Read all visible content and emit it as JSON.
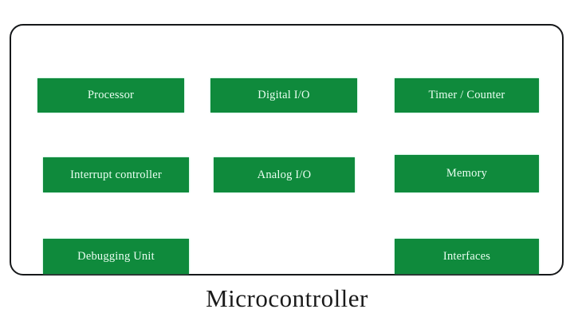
{
  "diagram": {
    "caption": "Microcontroller",
    "frame_label": "microcontroller-chip-boundary",
    "colors": {
      "block_fill": "#0f8a3c",
      "block_text": "#eafff2",
      "frame_border": "#16181a",
      "background": "#ffffff",
      "caption_text": "#1a1a1a"
    },
    "rows": [
      {
        "row_index": 1,
        "blocks": [
          {
            "id": "processor",
            "label": "Processor"
          },
          {
            "id": "digital-io",
            "label": "Digital I/O"
          },
          {
            "id": "timer-counter",
            "label": "Timer / Counter"
          }
        ]
      },
      {
        "row_index": 2,
        "blocks": [
          {
            "id": "interrupt-controller",
            "label": "Interrupt controller"
          },
          {
            "id": "analog-io",
            "label": "Analog I/O"
          },
          {
            "id": "memory",
            "label": "Memory"
          }
        ]
      },
      {
        "row_index": 3,
        "blocks": [
          {
            "id": "debugging-unit",
            "label": "Debugging Unit"
          },
          {
            "id": "interfaces",
            "label": "Interfaces"
          }
        ]
      }
    ]
  }
}
